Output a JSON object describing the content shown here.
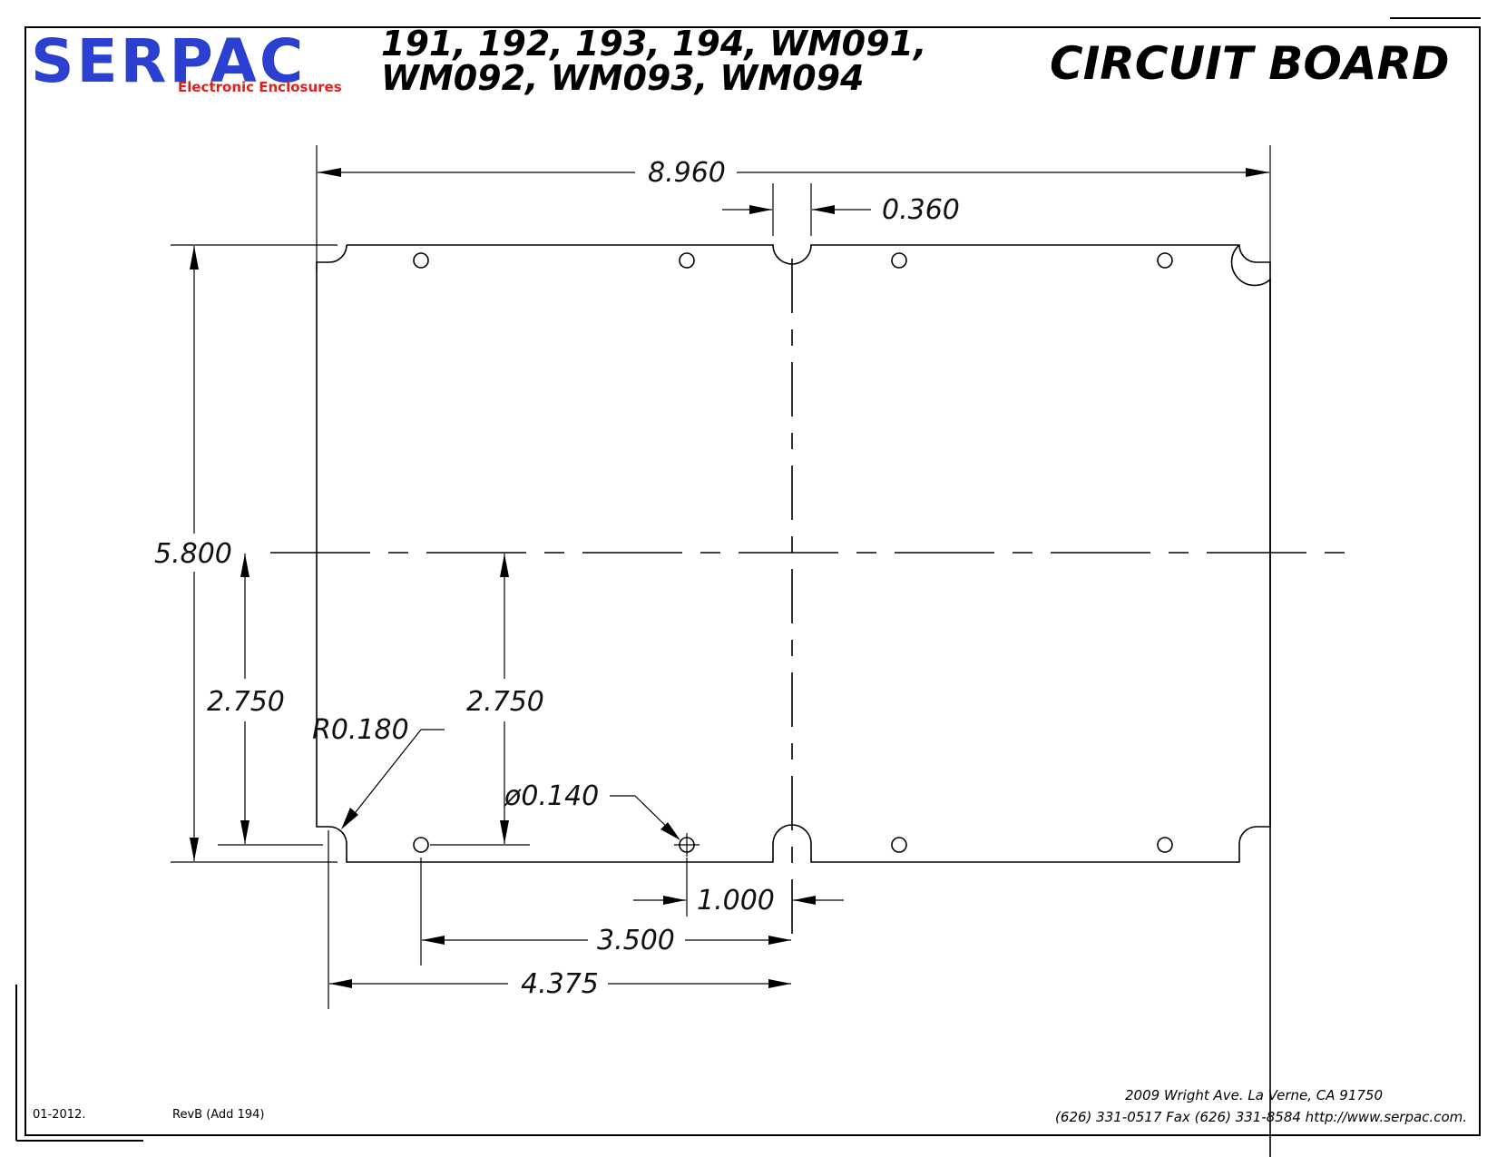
{
  "header": {
    "brand": "SERPAC",
    "brand_tagline": "Electronic Enclosures",
    "models_line1": "191, 192, 193, 194, WM091,",
    "models_line2": "WM092, WM093, WM094",
    "title": "CIRCUIT BOARD"
  },
  "dimensions": {
    "overall_width": "8.960",
    "slot_width": "0.360",
    "overall_height": "5.800",
    "hole_height_left": "2.750",
    "hole_height_inner": "2.750",
    "corner_radius": "R0.180",
    "hole_diameter": "ø0.140",
    "hole_offset_from_center": "1.000",
    "hole_to_center": "3.500",
    "edge_to_center": "4.375"
  },
  "footer": {
    "date": "01-2012.",
    "revision": "RevB (Add 194)",
    "address": "2009 Wright Ave. La Verne, CA 91750",
    "contact": "(626) 331-0517  Fax (626) 331-8584  http://www.serpac.com."
  },
  "colors": {
    "brand_blue": "#2b3fd0",
    "brand_red": "#e0201e"
  }
}
